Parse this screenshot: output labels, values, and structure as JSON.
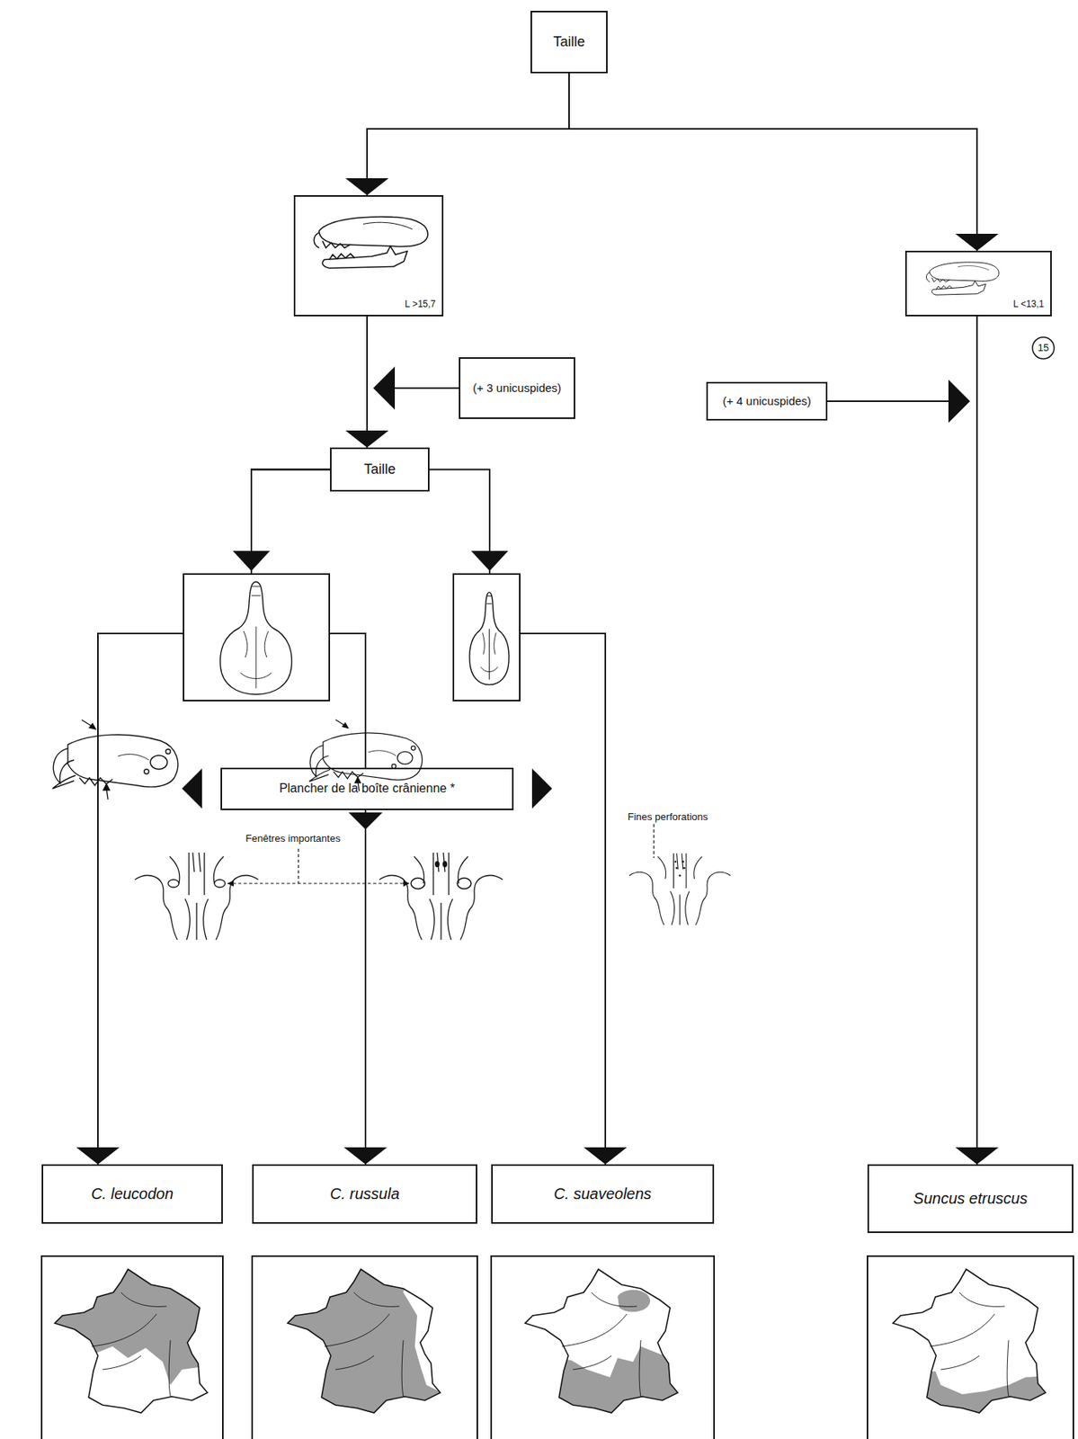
{
  "diagram": {
    "nodes": [
      {
        "text": [
          "Taille"
        ]
      },
      {
        "text": [
          "L >15,7"
        ]
      },
      {
        "text": [
          "L <13,1"
        ]
      },
      {
        "text": [
          "(+ 3 unicuspides)"
        ]
      },
      {
        "text": [
          "(+ 4 unicuspides)"
        ]
      },
      {
        "text": [
          "Taille"
        ]
      },
      {
        "text": [
          "Plancher de la boîte crânienne *"
        ]
      },
      {
        "text": [
          "C. leucodon"
        ]
      },
      {
        "text": [
          "C. russula"
        ]
      },
      {
        "text": [
          "C. suaveolens"
        ]
      },
      {
        "text": [
          "Suncus etruscus"
        ]
      }
    ],
    "edges": [
      {
        "from": 0,
        "to": 1,
        "arrow": "to"
      },
      {
        "from": 0,
        "to": 2,
        "arrow": "to"
      },
      {
        "from": 1,
        "to": 5,
        "arrow": "to"
      },
      {
        "from": 2,
        "to": 10,
        "arrow": "to"
      },
      {
        "from": 5,
        "to": 7,
        "arrow": "to"
      },
      {
        "from": 5,
        "to": 6,
        "arrow": "none"
      },
      {
        "from": 5,
        "to": 9,
        "arrow": "to"
      },
      {
        "from": 6,
        "to": 8,
        "arrow": "to"
      }
    ],
    "labels": [
      "15",
      "Fenêtres importantes",
      "Fines perforations"
    ]
  }
}
